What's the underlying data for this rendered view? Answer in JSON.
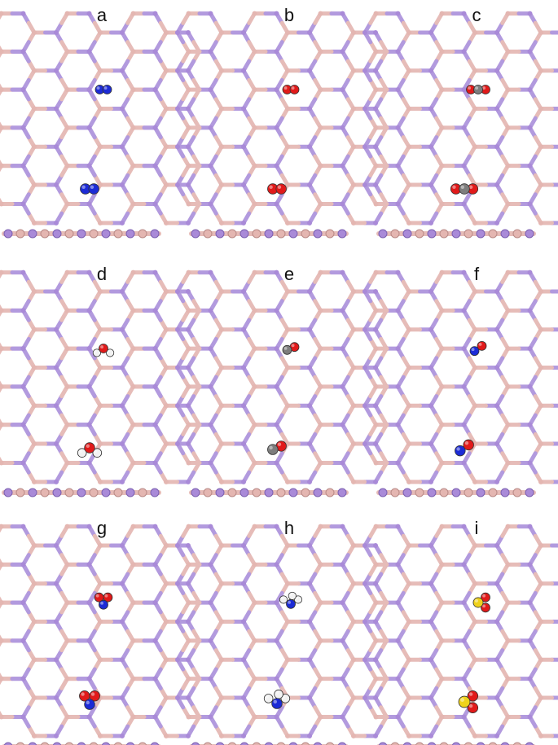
{
  "colors": {
    "boron": "#e4b6b1",
    "boron_edge": "#b98a86",
    "nitrogen_lattice": "#a98ad8",
    "nitrogen_lattice_edge": "#7b5fb0",
    "bond_b": "#e6bcb8",
    "bond_n": "#b29ade",
    "oxygen": "#e11a1a",
    "nitrogen_atom": "#1c2bd6",
    "carbon": "#7d7d7d",
    "hydrogen": "#f2f2f2",
    "sulfur": "#efd21c"
  },
  "panels": [
    {
      "label": "a",
      "molecule": "N2"
    },
    {
      "label": "b",
      "molecule": "O2"
    },
    {
      "label": "c",
      "molecule": "CO2"
    },
    {
      "label": "d",
      "molecule": "H2O"
    },
    {
      "label": "e",
      "molecule": "CO"
    },
    {
      "label": "f",
      "molecule": "NO"
    },
    {
      "label": "g",
      "molecule": "NO2"
    },
    {
      "label": "h",
      "molecule": "NH3"
    },
    {
      "label": "i",
      "molecule": "SO2"
    }
  ]
}
